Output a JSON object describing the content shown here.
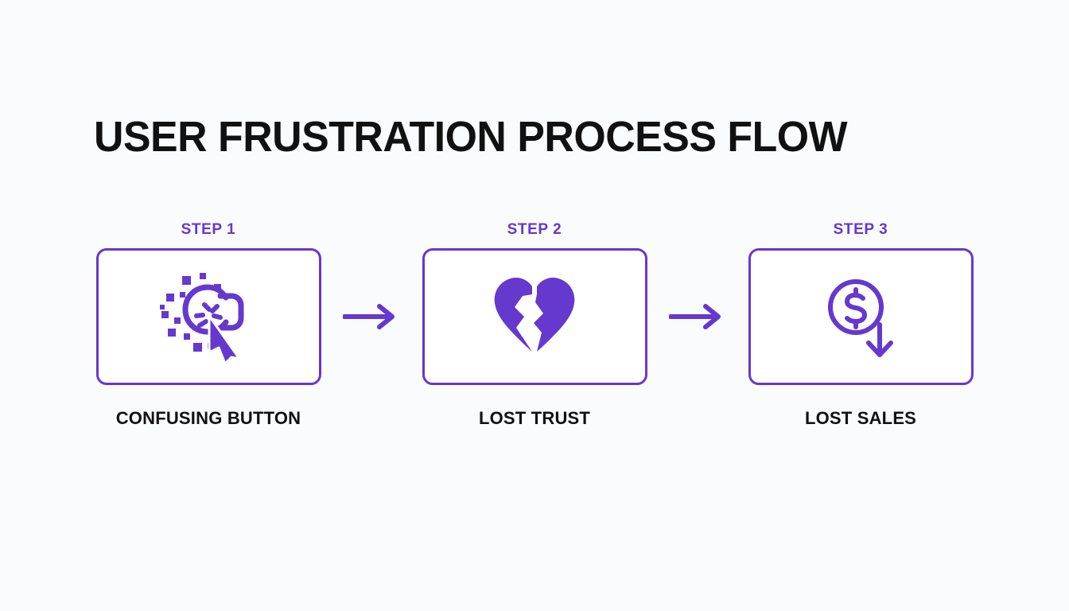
{
  "page": {
    "title": "USER FRUSTRATION PROCESS FLOW",
    "background_color": "#fafbfd",
    "accent_color": "#6538ce",
    "text_color": "#111111"
  },
  "flow": {
    "steps": [
      {
        "eyebrow": "STEP 1",
        "caption": "CONFUSING BUTTON",
        "icon": "glitching-button-cursor-icon"
      },
      {
        "eyebrow": "STEP 2",
        "caption": "LOST TRUST",
        "icon": "broken-heart-icon"
      },
      {
        "eyebrow": "STEP 3",
        "caption": "LOST SALES",
        "icon": "dollar-coin-down-arrow-icon"
      }
    ],
    "connectors": [
      {
        "icon": "arrow-right-icon"
      },
      {
        "icon": "arrow-right-icon"
      }
    ]
  }
}
